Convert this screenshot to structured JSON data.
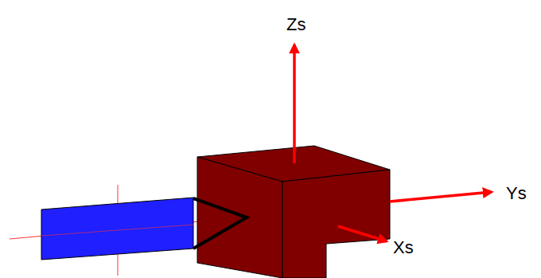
{
  "diagram": {
    "labels": [
      "Zs",
      "Ys",
      "Xs"
    ]
  }
}
